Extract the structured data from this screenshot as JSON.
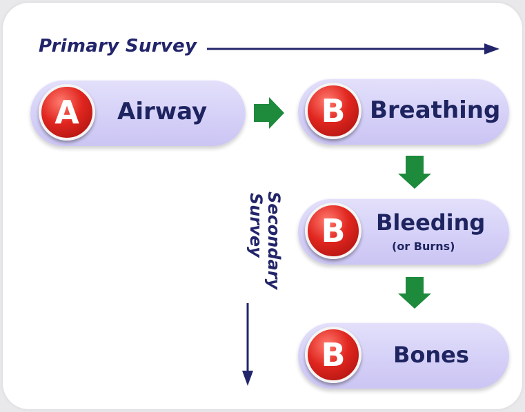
{
  "primary_survey": "Primary Survey",
  "secondary_survey": {
    "line1": "Secondary",
    "line2": "Survey"
  },
  "steps": [
    {
      "letter": "A",
      "label": "Airway",
      "sub": ""
    },
    {
      "letter": "B",
      "label": "Breathing",
      "sub": ""
    },
    {
      "letter": "B",
      "label": "Bleeding",
      "sub": "(or Burns)"
    },
    {
      "letter": "B",
      "label": "Bones",
      "sub": ""
    }
  ],
  "colors": {
    "pill": "#d4cff7",
    "badge": "#e0261f",
    "text": "#1e2460",
    "flow_arrow": "#1e8a3c",
    "survey_arrow": "#23256b"
  }
}
